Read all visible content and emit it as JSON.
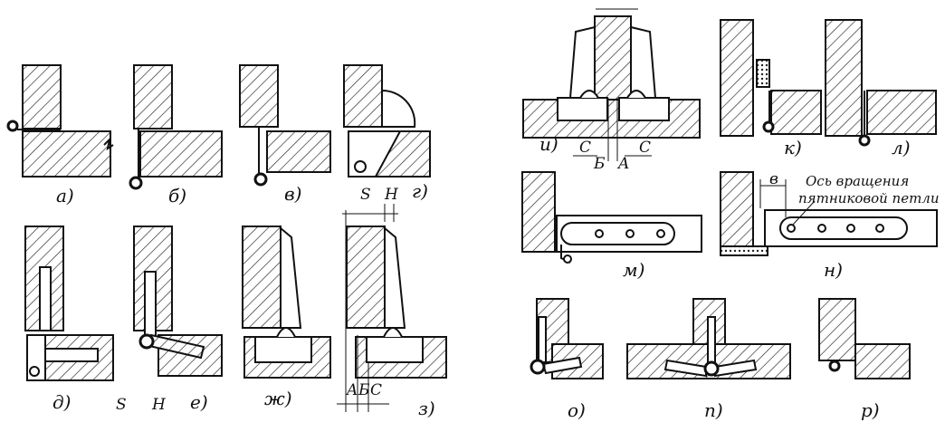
{
  "figure_labels": {
    "a": "а)",
    "b": "б)",
    "v": "в)",
    "g": "г)",
    "d": "д)",
    "e": "е)",
    "zh": "ж)",
    "z": "з)",
    "i": "и)",
    "k": "к)",
    "l": "л)",
    "m": "м)",
    "n": "н)",
    "o": "о)",
    "p": "п)",
    "r": "р)"
  },
  "dimensions": {
    "S": "S",
    "H": "H",
    "A": "A",
    "B": "Б",
    "C": "C",
    "v": "в"
  },
  "annotation": {
    "line1": "Ось вращения",
    "line2": "пятниковой петли"
  }
}
